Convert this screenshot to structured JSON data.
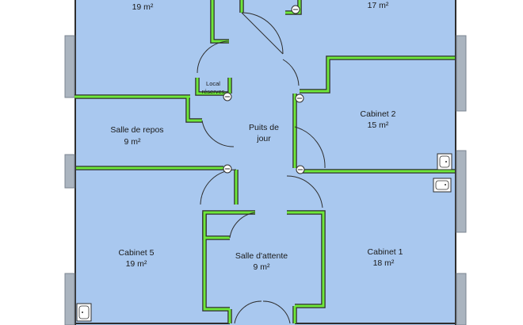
{
  "plan": {
    "floor_color": "#a9c8ef",
    "wall_color": "#2e2e2e",
    "partition_color": "#6ee83a",
    "window_color": "#aab4bf",
    "rooms": {
      "top_left": {
        "area": "19 m²"
      },
      "top_right": {
        "area": "17 m²"
      },
      "local_reserves": {
        "name_line1": "Local",
        "name_line2": "réserves"
      },
      "salle_repos": {
        "name": "Salle de repos",
        "area": "9 m²"
      },
      "puits_jour": {
        "name_line1": "Puits de",
        "name_line2": "jour"
      },
      "cabinet2": {
        "name": "Cabinet 2",
        "area": "15 m²"
      },
      "cabinet5": {
        "name": "Cabinet 5",
        "area": "19 m²"
      },
      "salle_attente": {
        "name": "Salle d'attente",
        "area": "9 m²"
      },
      "cabinet1": {
        "name": "Cabinet 1",
        "area": "18 m²"
      }
    },
    "icons": [
      "outlet-icon",
      "sink-icon"
    ]
  }
}
